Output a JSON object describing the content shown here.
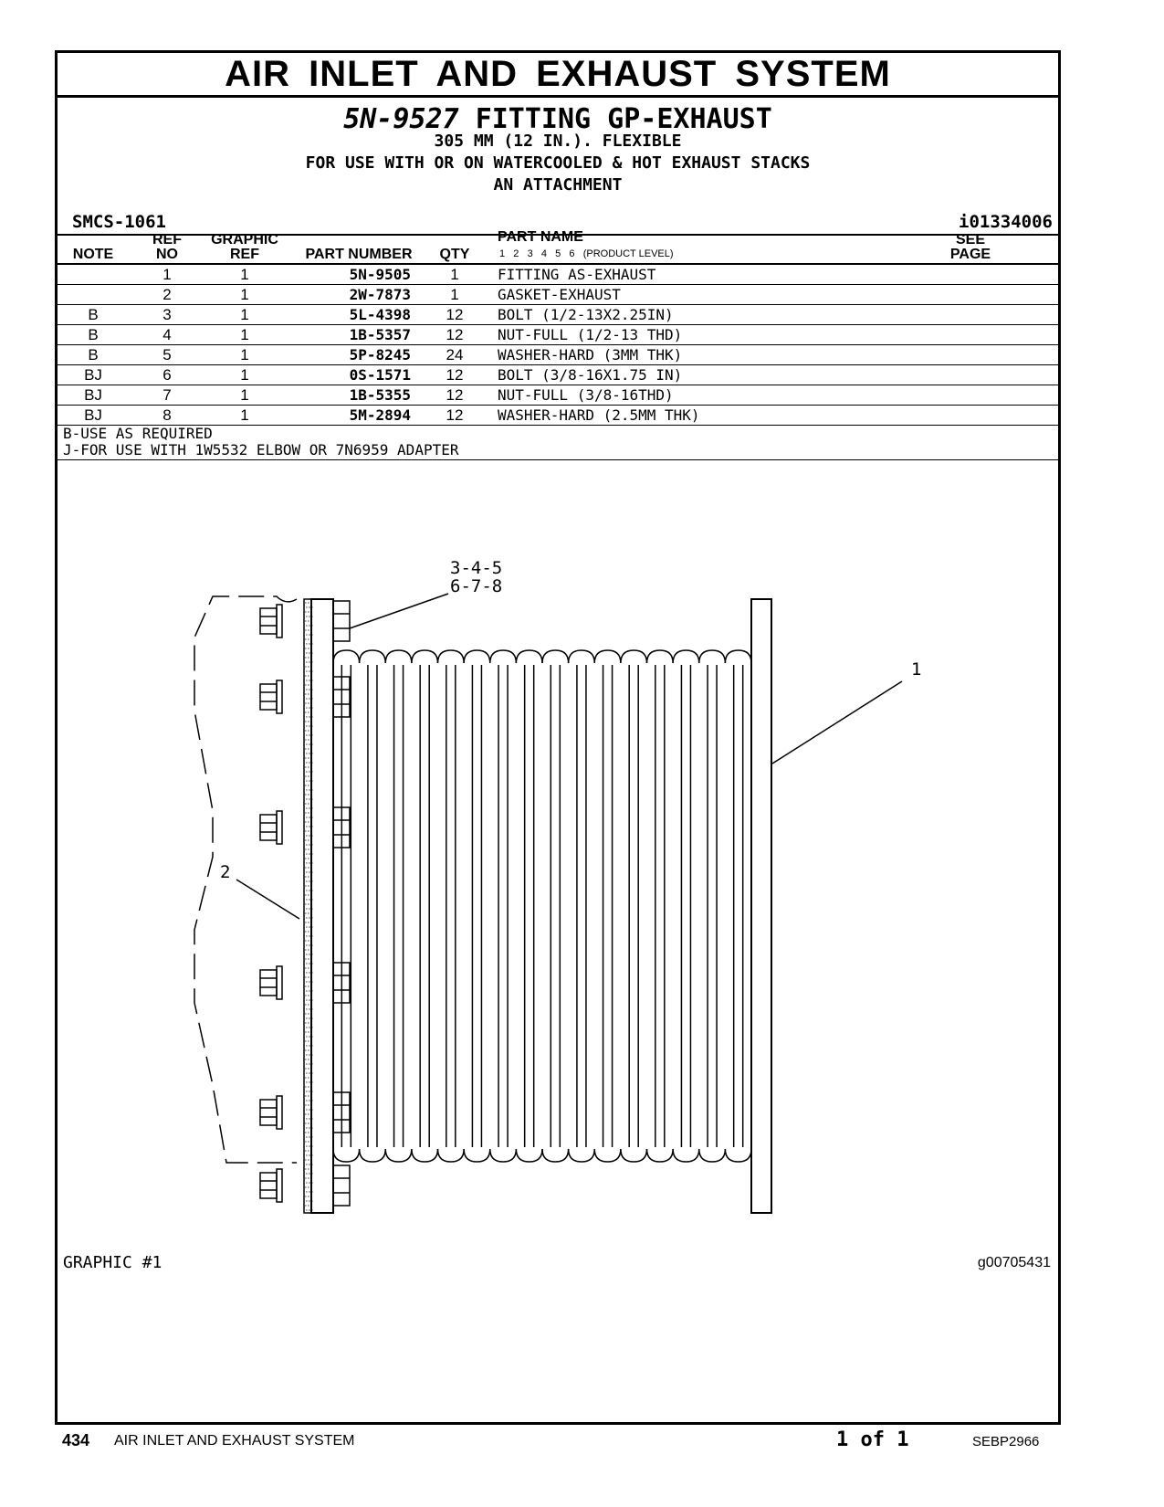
{
  "header": {
    "title": "AIR INLET AND EXHAUST SYSTEM",
    "part_number": "5N-9527",
    "part_title": "FITTING GP-EXHAUST",
    "desc_lines": [
      "305 MM (12 IN.). FLEXIBLE",
      "FOR USE WITH OR ON WATERCOOLED & HOT EXHAUST STACKS",
      "AN ATTACHMENT"
    ],
    "smcs": "SMCS-1061",
    "illustration_id": "i01334006"
  },
  "table": {
    "headers": {
      "note": "NOTE",
      "ref_top": "REF",
      "ref_bottom": "NO",
      "graphic_top": "GRAPHIC",
      "graphic_bottom": "REF",
      "part_number": "PART NUMBER",
      "qty": "QTY",
      "part_name": "PART NAME",
      "product_levels": "1   2   3   4   5   6   (PRODUCT LEVEL)",
      "see_top": "SEE",
      "see_bottom": "PAGE"
    },
    "rows": [
      {
        "note": "",
        "ref": "1",
        "graphic": "1",
        "part_number": "5N-9505",
        "qty": "1",
        "name": "FITTING AS-EXHAUST"
      },
      {
        "note": "",
        "ref": "2",
        "graphic": "1",
        "part_number": "2W-7873",
        "qty": "1",
        "name": "GASKET-EXHAUST"
      },
      {
        "note": "B",
        "ref": "3",
        "graphic": "1",
        "part_number": "5L-4398",
        "qty": "12",
        "name": "BOLT (1/2-13X2.25IN)"
      },
      {
        "note": "B",
        "ref": "4",
        "graphic": "1",
        "part_number": "1B-5357",
        "qty": "12",
        "name": "NUT-FULL (1/2-13 THD)"
      },
      {
        "note": "B",
        "ref": "5",
        "graphic": "1",
        "part_number": "5P-8245",
        "qty": "24",
        "name": "WASHER-HARD (3MM THK)"
      },
      {
        "note": "BJ",
        "ref": "6",
        "graphic": "1",
        "part_number": "0S-1571",
        "qty": "12",
        "name": "BOLT (3/8-16X1.75 IN)"
      },
      {
        "note": "BJ",
        "ref": "7",
        "graphic": "1",
        "part_number": "1B-5355",
        "qty": "12",
        "name": "NUT-FULL (3/8-16THD)"
      },
      {
        "note": "BJ",
        "ref": "8",
        "graphic": "1",
        "part_number": "5M-2894",
        "qty": "12",
        "name": "WASHER-HARD (2.5MM THK)"
      }
    ]
  },
  "notes": [
    "B-USE AS REQUIRED",
    "J-FOR USE WITH 1W5532 ELBOW OR 7N6959 ADAPTER"
  ],
  "drawing": {
    "callout_a": "3-4-5",
    "callout_b": "6-7-8",
    "callout_1": "1",
    "callout_2": "2"
  },
  "graphic": {
    "label": "GRAPHIC #1",
    "id": "g00705431"
  },
  "footer": {
    "page": "434",
    "section": "AIR INLET AND EXHAUST SYSTEM",
    "page_of": "1 of 1",
    "doc_id": "SEBP2966"
  }
}
